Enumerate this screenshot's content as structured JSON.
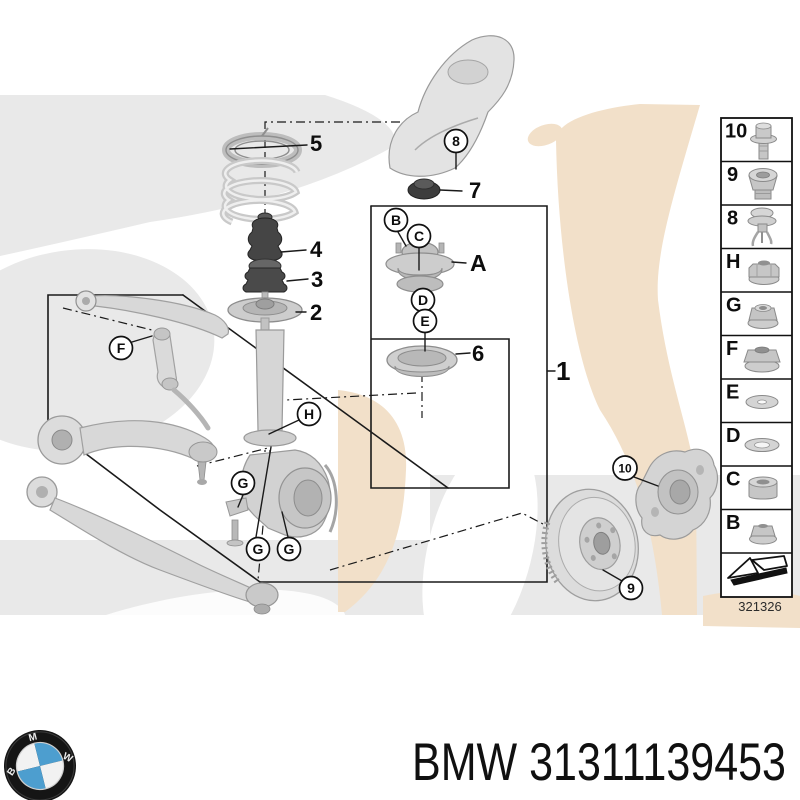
{
  "diagram": {
    "drawing_number": "321326",
    "part_labels": {
      "1": "1",
      "2": "2",
      "3": "3",
      "4": "4",
      "5": "5",
      "6": "6",
      "7": "7",
      "A": "A"
    },
    "circled_labels": {
      "8": "8",
      "9": "9",
      "10": "10",
      "B": "B",
      "C": "C",
      "D": "D",
      "E": "E",
      "F": "F",
      "G": "G",
      "H": "H"
    }
  },
  "sidebar": {
    "rows": [
      {
        "label": "10",
        "icon": "flange-bolt-icon"
      },
      {
        "label": "9",
        "icon": "socket-head-plug-icon"
      },
      {
        "label": "8",
        "icon": "expansion-rivet-icon"
      },
      {
        "label": "H",
        "icon": "flange-nut-icon"
      },
      {
        "label": "G",
        "icon": "self-locking-flange-nut-icon"
      },
      {
        "label": "F",
        "icon": "wide-flange-nut-icon"
      },
      {
        "label": "E",
        "icon": "flat-washer-icon"
      },
      {
        "label": "D",
        "icon": "conical-washer-icon"
      },
      {
        "label": "C",
        "icon": "collar-nut-icon"
      },
      {
        "label": "B",
        "icon": "small-flange-nut-icon"
      }
    ],
    "direction_arrow_icon": "direction-arrow-icon"
  },
  "footer": {
    "title": "BMW 31311139453",
    "logo": {
      "b": "B",
      "m": "M",
      "w": "W"
    }
  },
  "colors": {
    "watermark_beige": "#f2e0c9",
    "watermark_gray": "#e9e9e9",
    "line_black": "#1a1a1a",
    "bmw_blue": "#4d9ecf"
  }
}
